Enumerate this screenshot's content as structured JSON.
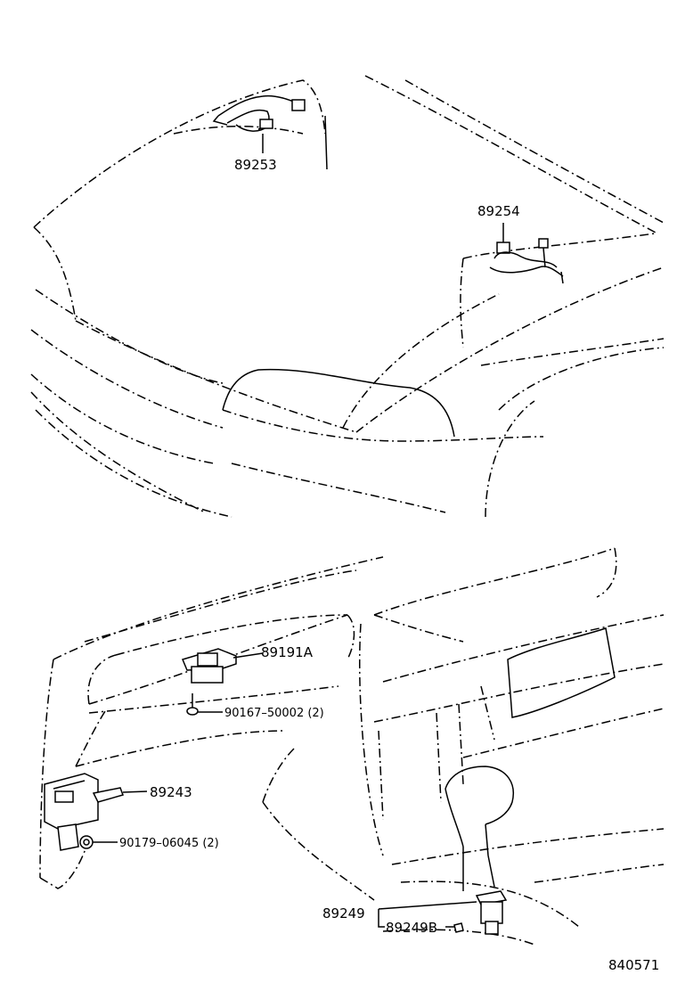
{
  "labels": {
    "p89253": "89253",
    "p89254": "89254",
    "p89191a": "89191A",
    "p90167": "90167–50002 (2)",
    "p89243": "89243",
    "p90179": "90179–06045 (2)",
    "p89249": "89249",
    "p89249b": "89249B",
    "diagram_no": "840571"
  }
}
